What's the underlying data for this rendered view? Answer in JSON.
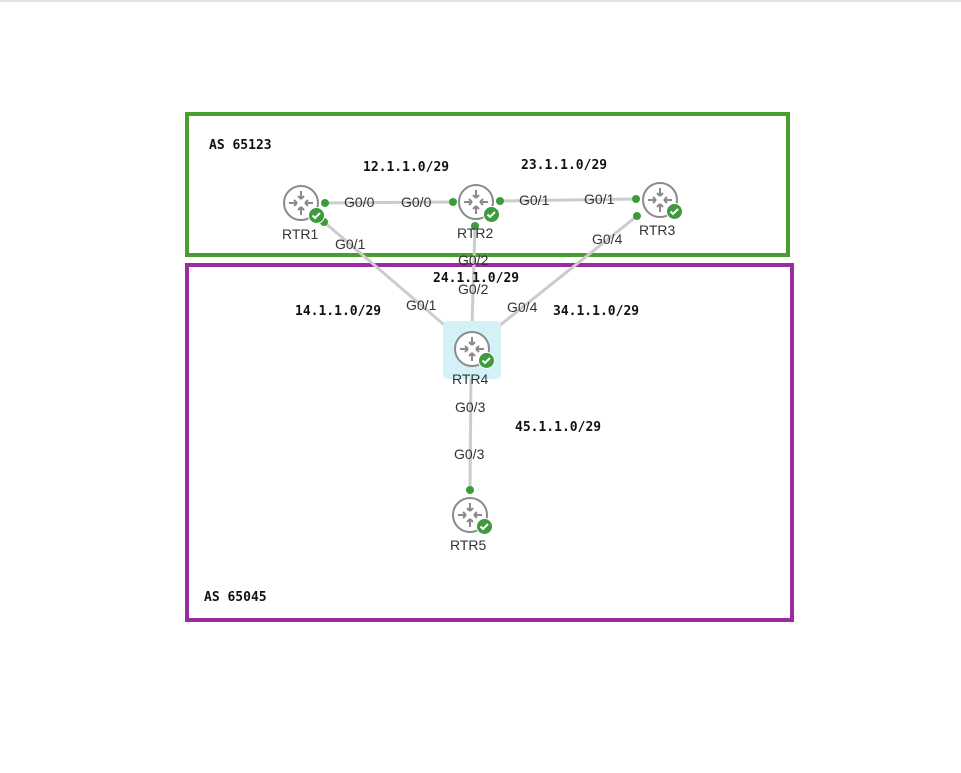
{
  "as_domains": [
    {
      "label": "AS 65123",
      "color": "#4a9e2e"
    },
    {
      "label": "AS 65045",
      "color": "#9b2ba0"
    }
  ],
  "routers": [
    {
      "name": "RTR1",
      "status": "check-icon"
    },
    {
      "name": "RTR2",
      "status": "check-icon"
    },
    {
      "name": "RTR3",
      "status": "check-icon"
    },
    {
      "name": "RTR4",
      "status": "check-icon",
      "selected": true
    },
    {
      "name": "RTR5",
      "status": "check-icon"
    }
  ],
  "subnets": [
    "12.1.1.0/29",
    "23.1.1.0/29",
    "24.1.1.0/29",
    "14.1.1.0/29",
    "34.1.1.0/29",
    "45.1.1.0/29"
  ],
  "interfaces": {
    "rtr1_rtr2_a": "G0/0",
    "rtr1_rtr2_b": "G0/0",
    "rtr2_rtr3_a": "G0/1",
    "rtr2_rtr3_b": "G0/1",
    "rtr1_rtr4_a": "G0/1",
    "rtr1_rtr4_b": "G0/1",
    "rtr2_rtr4_a": "G0/2",
    "rtr2_rtr4_b": "G0/2",
    "rtr3_rtr4_a": "G0/4",
    "rtr3_rtr4_b": "G0/4",
    "rtr4_rtr5_a": "G0/3",
    "rtr4_rtr5_b": "G0/3"
  },
  "colors": {
    "link": "#cccccc",
    "port": "#3d9a3d",
    "router_icon": "#8a8a8a",
    "status_ok": "#3d9a3d",
    "selection": "#d3f2f8"
  }
}
